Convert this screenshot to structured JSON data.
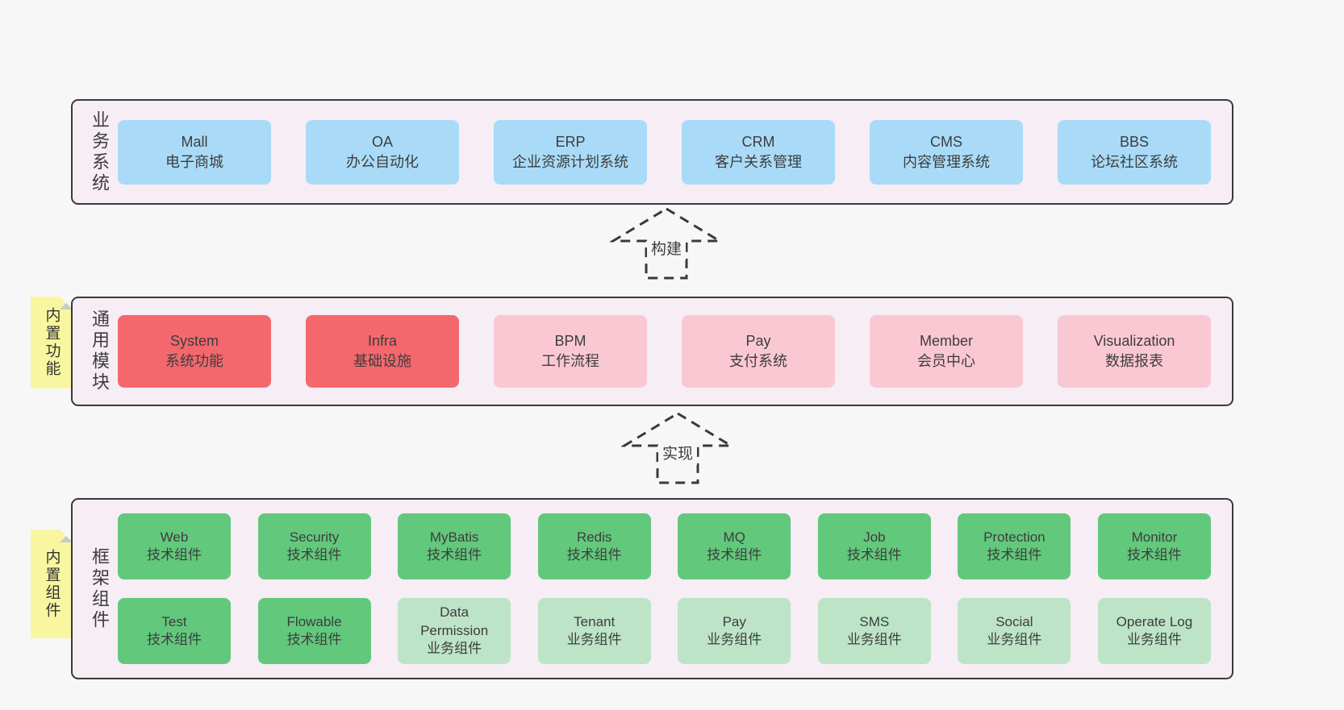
{
  "diagram": {
    "layers": [
      {
        "label": "业务系统",
        "boxes": [
          {
            "title": "Mall",
            "subtitle": "电子商城"
          },
          {
            "title": "OA",
            "subtitle": "办公自动化"
          },
          {
            "title": "ERP",
            "subtitle": "企业资源计划系统"
          },
          {
            "title": "CRM",
            "subtitle": "客户关系管理"
          },
          {
            "title": "CMS",
            "subtitle": "内容管理系统"
          },
          {
            "title": "BBS",
            "subtitle": "论坛社区系统"
          }
        ]
      },
      {
        "label": "通用模块",
        "note": "内置功能",
        "boxes": [
          {
            "title": "System",
            "subtitle": "系统功能"
          },
          {
            "title": "Infra",
            "subtitle": "基础设施"
          },
          {
            "title": "BPM",
            "subtitle": "工作流程"
          },
          {
            "title": "Pay",
            "subtitle": "支付系统"
          },
          {
            "title": "Member",
            "subtitle": "会员中心"
          },
          {
            "title": "Visualization",
            "subtitle": "数据报表"
          }
        ]
      },
      {
        "label": "框架组件",
        "note": "内置组件",
        "rows": [
          [
            {
              "title": "Web",
              "subtitle": "技术组件"
            },
            {
              "title": "Security",
              "subtitle": "技术组件"
            },
            {
              "title": "MyBatis",
              "subtitle": "技术组件"
            },
            {
              "title": "Redis",
              "subtitle": "技术组件"
            },
            {
              "title": "MQ",
              "subtitle": "技术组件"
            },
            {
              "title": "Job",
              "subtitle": "技术组件"
            },
            {
              "title": "Protection",
              "subtitle": "技术组件"
            },
            {
              "title": "Monitor",
              "subtitle": "技术组件"
            }
          ],
          [
            {
              "title": "Test",
              "subtitle": "技术组件"
            },
            {
              "title": "Flowable",
              "subtitle": "技术组件"
            },
            {
              "title": "Data Permission",
              "subtitle": "业务组件"
            },
            {
              "title": "Tenant",
              "subtitle": "业务组件"
            },
            {
              "title": "Pay",
              "subtitle": "业务组件"
            },
            {
              "title": "SMS",
              "subtitle": "业务组件"
            },
            {
              "title": "Social",
              "subtitle": "业务组件"
            },
            {
              "title": "Operate Log",
              "subtitle": "业务组件"
            }
          ]
        ]
      }
    ],
    "arrows": [
      {
        "label": "构建"
      },
      {
        "label": "实现"
      }
    ],
    "colors": {
      "business_box": "#a9dbf8",
      "module_core_box": "#f4686d",
      "module_box": "#fac8d3",
      "tech_component_box": "#62c87c",
      "biz_component_box": "#bde4c7",
      "layer_bg": "#f6edf5",
      "layer_border": "#3a3a3a",
      "note_bg": "#f8f7a0",
      "page_bg": "#f8f7f8"
    }
  }
}
